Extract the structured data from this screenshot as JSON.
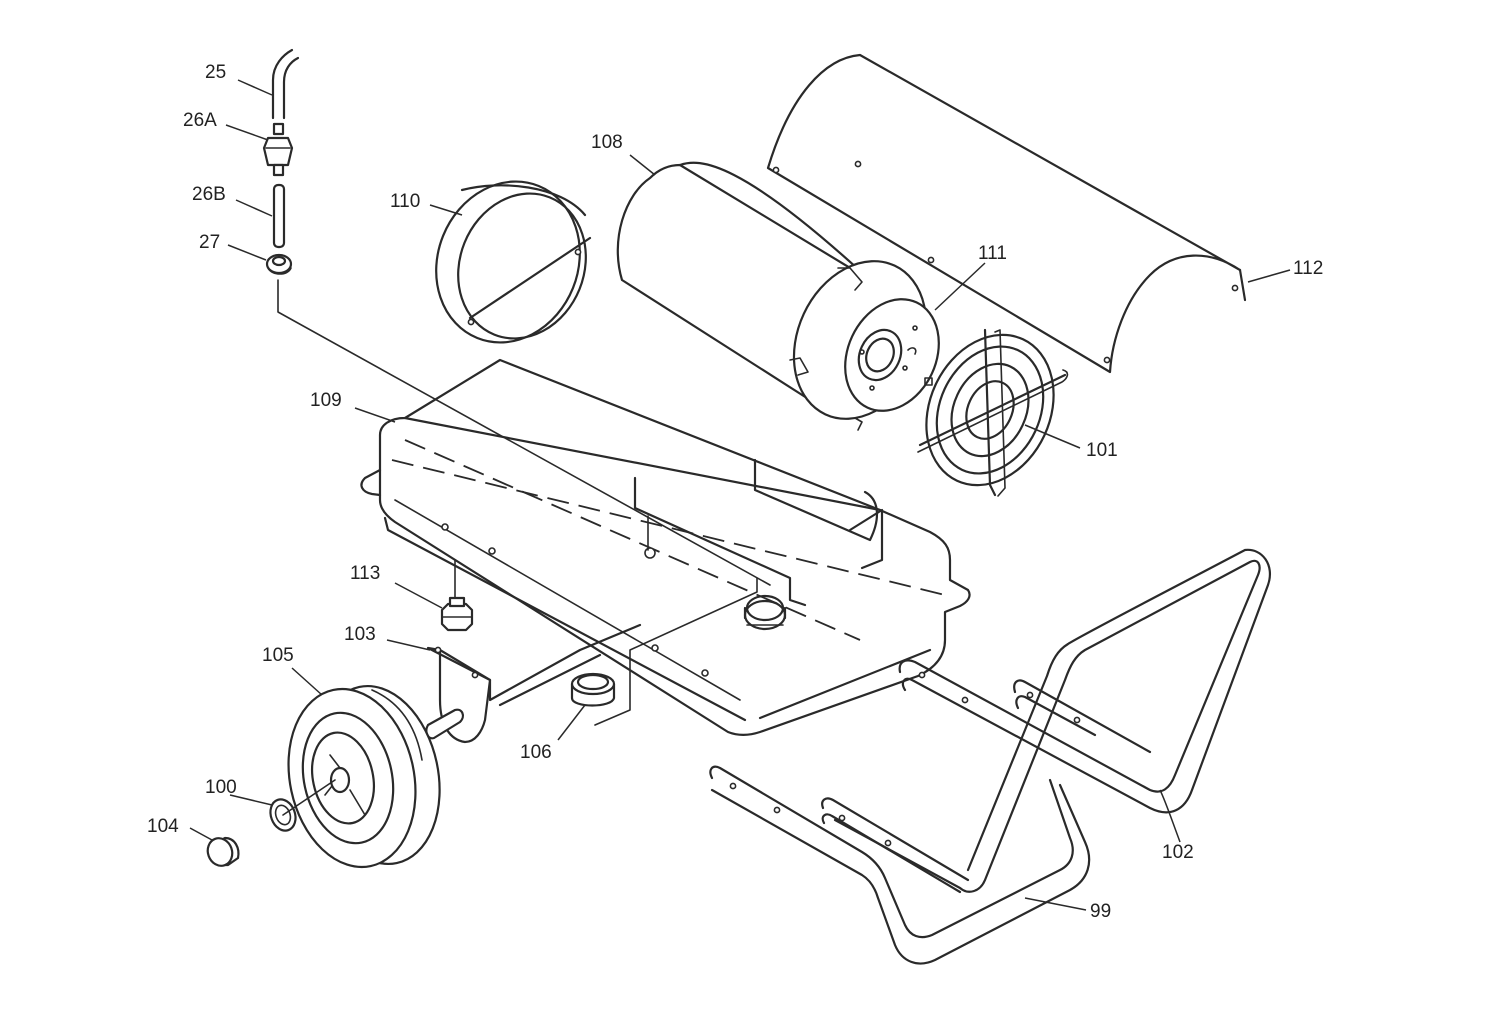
{
  "diagram": {
    "callouts": {
      "c25": "25",
      "c26a": "26A",
      "c26b": "26B",
      "c27": "27",
      "c108": "108",
      "c110": "110",
      "c111": "111",
      "c112": "112",
      "c109": "109",
      "c101": "101",
      "c113": "113",
      "c103": "103",
      "c105": "105",
      "c106": "106",
      "c100": "100",
      "c104": "104",
      "c102": "102",
      "c99": "99"
    },
    "line_color": "#2a2a2a",
    "background": "#ffffff"
  }
}
